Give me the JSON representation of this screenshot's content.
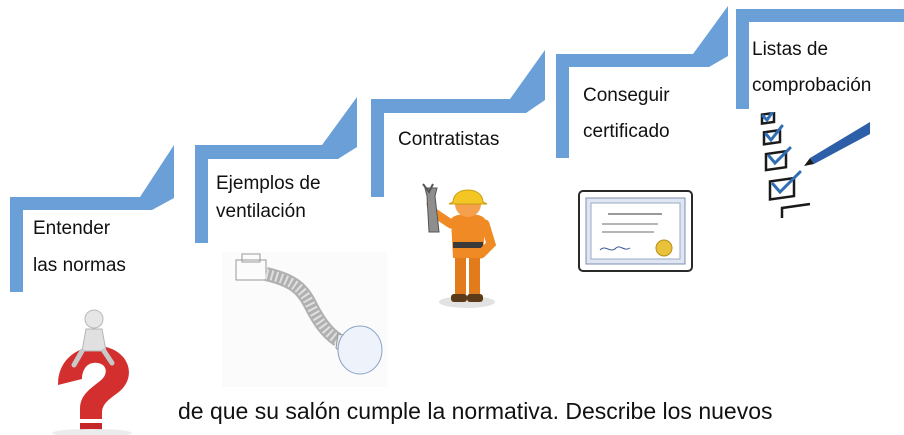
{
  "steps": [
    {
      "line1": "Entender",
      "line2": "las normas"
    },
    {
      "line1": "Ejemplos de",
      "line2": "ventilación"
    },
    {
      "line1": "Contratistas",
      "line2": ""
    },
    {
      "line1": "Conseguir",
      "line2": "certificado"
    },
    {
      "line1": "Listas de",
      "line2": "comprobación"
    }
  ],
  "caption": "de que su salón cumple la normativa. Describe los nuevos",
  "colors": {
    "step_bar": "#6a9fd8",
    "step_bar_dark": "#4d87c7",
    "question_mark": "#d32f2f",
    "worker_orange": "#f08a24",
    "hard_hat": "#f3c623",
    "checkbox": "#1a1a1a",
    "check_blue": "#2f6db5",
    "pen": "#2d5fa8",
    "certificate_border": "#2a2a2a",
    "seal": "#e8c23a"
  },
  "icons": [
    "question-mark-person-icon",
    "ventilation-duct-icon",
    "worker-wrench-icon",
    "certificate-icon",
    "checklist-pen-icon"
  ]
}
